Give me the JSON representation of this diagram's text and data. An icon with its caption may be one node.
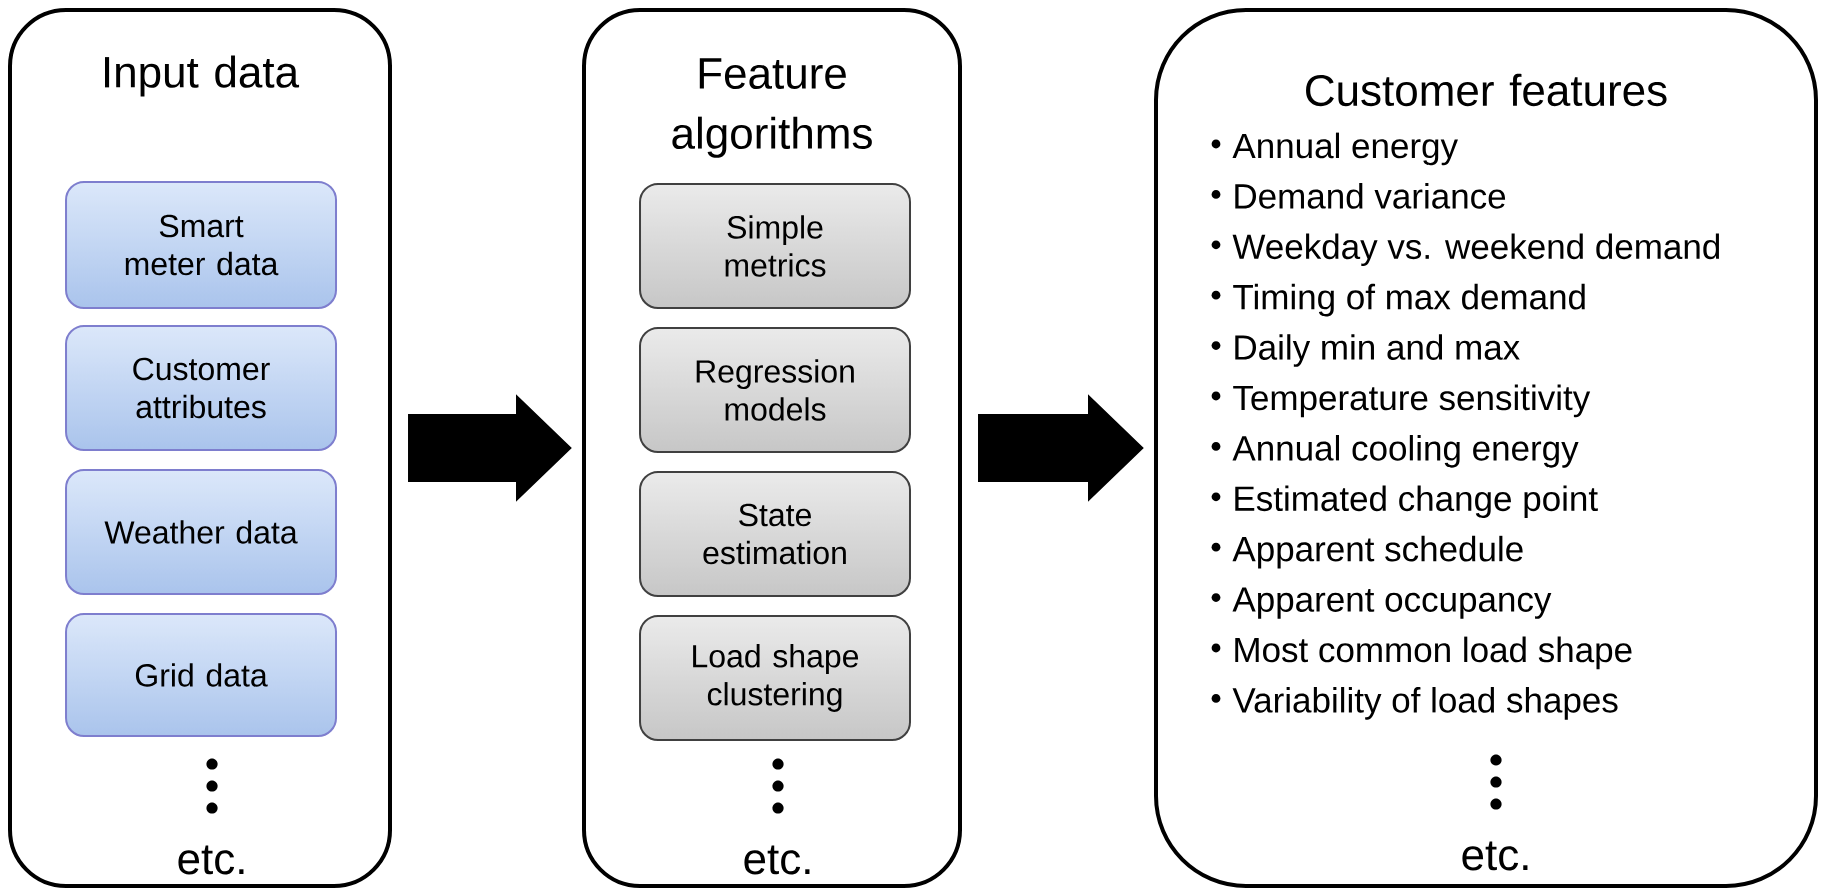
{
  "diagram": {
    "nodes": [
      {
        "text": [
          "Input data",
          "etc."
        ]
      },
      {
        "text": [
          "Smart meter data"
        ],
        "in": 0
      },
      {
        "text": [
          "Customer attributes"
        ],
        "in": 0
      },
      {
        "text": [
          "Weather data"
        ],
        "in": 0
      },
      {
        "text": [
          "Grid data"
        ],
        "in": 0
      },
      {
        "text": [
          "Feature algorithms",
          "etc."
        ]
      },
      {
        "text": [
          "Simple metrics"
        ],
        "in": 5
      },
      {
        "text": [
          "Regression models"
        ],
        "in": 5
      },
      {
        "text": [
          "State estimation"
        ],
        "in": 5
      },
      {
        "text": [
          "Load shape clustering"
        ],
        "in": 5
      },
      {
        "text": [
          "Customer features",
          "Annual energy",
          "Demand variance",
          "Weekday vs. weekend demand",
          "Timing of max demand",
          "Daily min and max",
          "Temperature sensitivity",
          "Annual cooling energy",
          "Estimated change point",
          "Apparent schedule",
          "Apparent occupancy",
          "Most common load shape",
          "Variability of load shapes",
          "etc."
        ]
      }
    ],
    "edges": [
      {
        "from": 0,
        "to": 5,
        "arrow": "to"
      },
      {
        "from": 5,
        "to": 10,
        "arrow": "to"
      }
    ]
  }
}
